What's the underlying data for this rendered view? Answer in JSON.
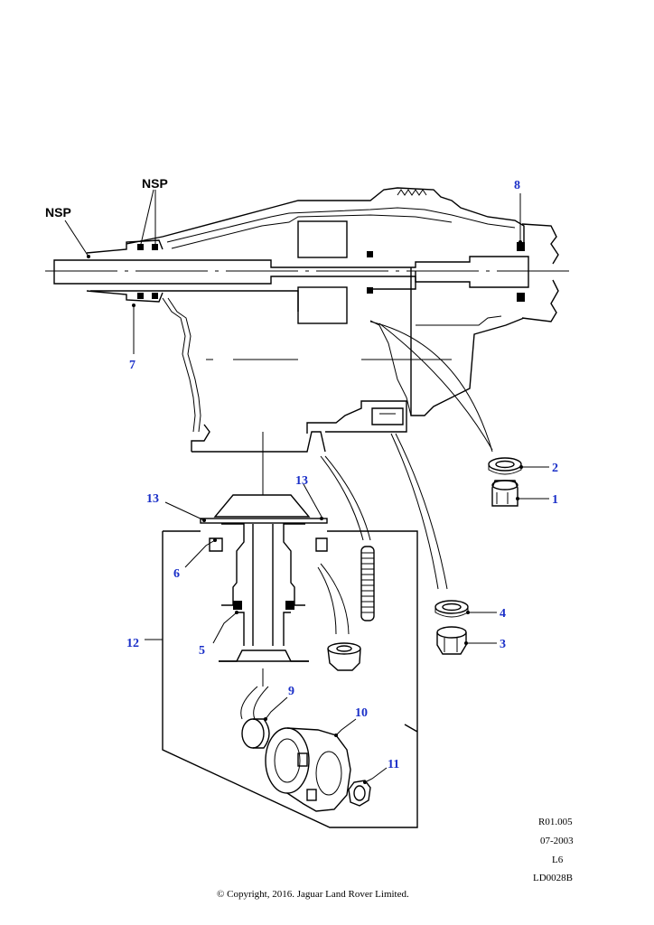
{
  "callouts": {
    "c1": "1",
    "c2": "2",
    "c3": "3",
    "c4": "4",
    "c5": "5",
    "c6": "6",
    "c7": "7",
    "c8": "8",
    "c9": "9",
    "c10": "10",
    "c11": "11",
    "c12": "12",
    "c13a": "13",
    "c13b": "13",
    "nsp_top": "NSP",
    "nsp_left": "NSP"
  },
  "meta": {
    "ref": "R01.005",
    "date": "07-2003",
    "level": "L6",
    "drawing_id": "LD0028B"
  },
  "copyright": "© Copyright, 2016. Jaguar Land Rover Limited.",
  "colors": {
    "callout": "#1a2fc8",
    "line": "#000000",
    "background": "#ffffff"
  }
}
